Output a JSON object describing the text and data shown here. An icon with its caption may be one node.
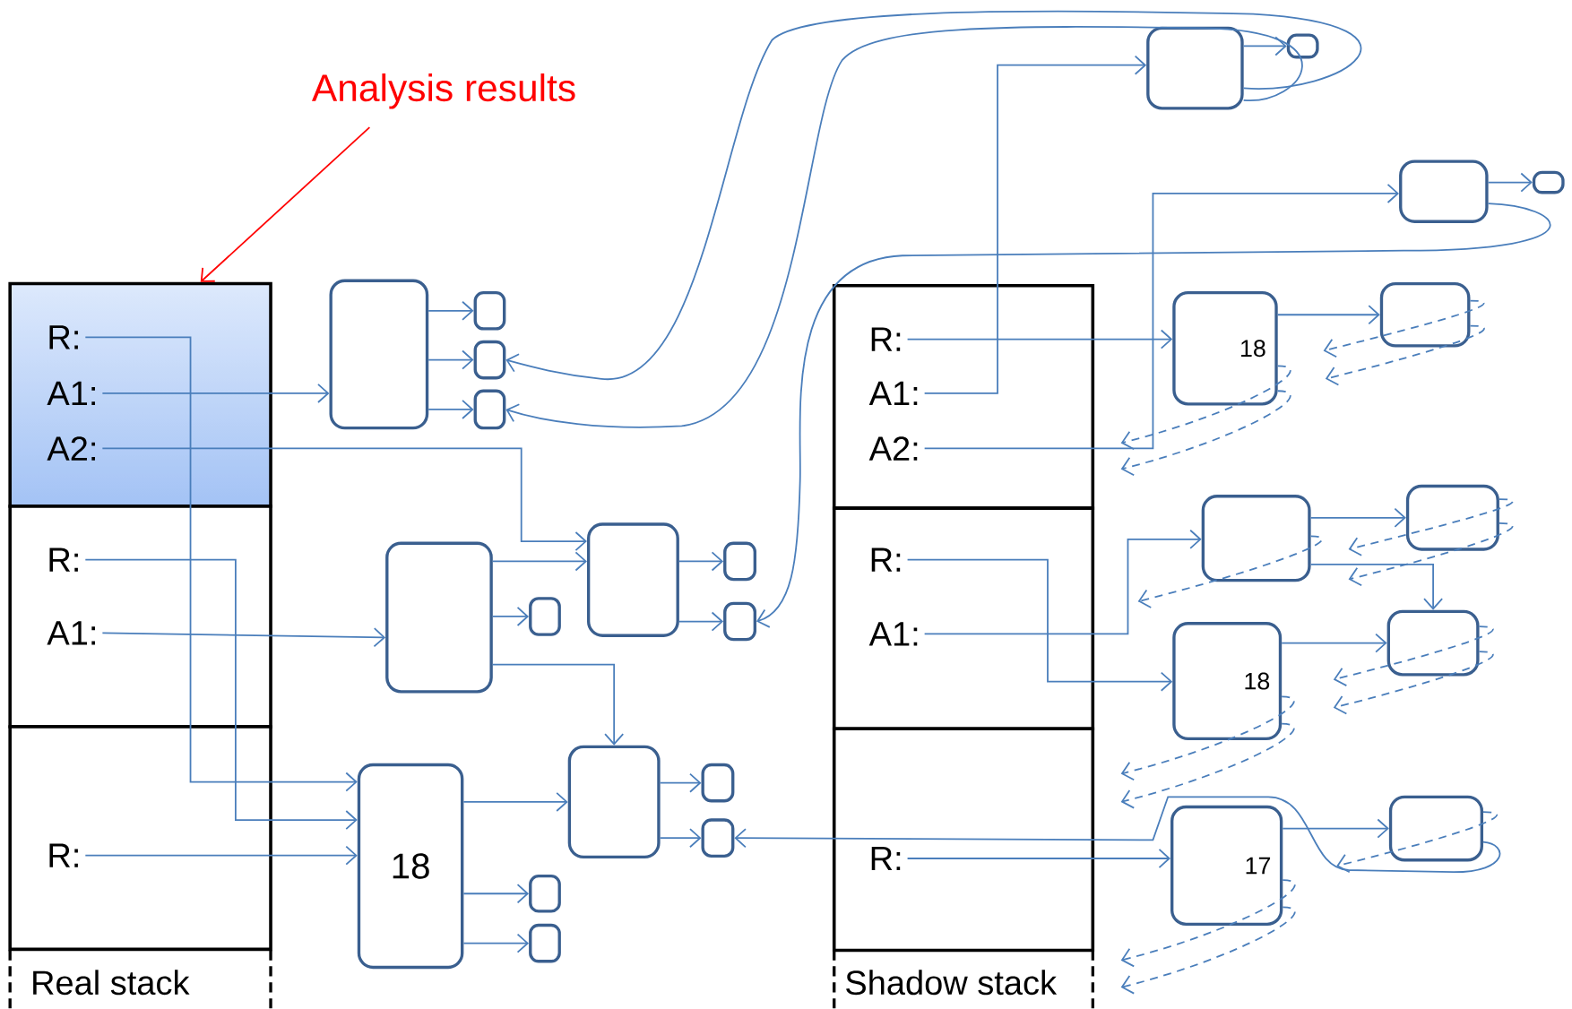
{
  "diagram": {
    "nodes": [
      {
        "text": [
          "Analysis results"
        ]
      },
      {
        "text": [],
        "shape": "box"
      },
      {
        "text": [
          "R:"
        ],
        "in": 1
      },
      {
        "text": [
          "A1:"
        ],
        "in": 1
      },
      {
        "text": [
          "A2:"
        ],
        "in": 1
      },
      {
        "text": [],
        "shape": "box"
      },
      {
        "text": [
          "R:"
        ],
        "in": 5
      },
      {
        "text": [
          "A1:"
        ],
        "in": 5
      },
      {
        "text": [],
        "shape": "box"
      },
      {
        "text": [
          "R:"
        ],
        "in": 8
      },
      {
        "text": [],
        "shape": "box"
      },
      {
        "text": [
          "R:"
        ],
        "in": 10
      },
      {
        "text": [
          "A1:"
        ],
        "in": 10
      },
      {
        "text": [
          "A2:"
        ],
        "in": 10
      },
      {
        "text": [],
        "shape": "box"
      },
      {
        "text": [
          "R:"
        ],
        "in": 14
      },
      {
        "text": [
          "A1:"
        ],
        "in": 14
      },
      {
        "text": [],
        "shape": "box"
      },
      {
        "text": [
          "R:"
        ],
        "in": 17
      },
      {
        "text": [],
        "shape": "box"
      },
      {
        "text": [],
        "shape": "box"
      },
      {
        "text": [],
        "shape": "box"
      },
      {
        "text": [],
        "shape": "box"
      },
      {
        "text": [],
        "shape": "box"
      },
      {
        "text": [],
        "shape": "box"
      },
      {
        "text": [],
        "shape": "box"
      },
      {
        "text": [],
        "shape": "box"
      },
      {
        "text": [],
        "shape": "box"
      },
      {
        "text": [
          "18"
        ]
      },
      {
        "text": [],
        "shape": "box"
      },
      {
        "text": [],
        "shape": "box"
      },
      {
        "text": [],
        "shape": "box"
      },
      {
        "text": [],
        "shape": "box"
      },
      {
        "text": [],
        "shape": "box"
      },
      {
        "text": [],
        "shape": "box"
      },
      {
        "text": [],
        "shape": "box"
      },
      {
        "text": [],
        "shape": "box"
      },
      {
        "text": [],
        "shape": "box"
      },
      {
        "text": [
          "18"
        ]
      },
      {
        "text": [],
        "shape": "box"
      },
      {
        "text": [],
        "shape": "box"
      },
      {
        "text": [],
        "shape": "box"
      },
      {
        "text": [
          "18"
        ]
      },
      {
        "text": [],
        "shape": "box"
      },
      {
        "text": [
          "17"
        ]
      },
      {
        "text": [],
        "shape": "box"
      }
    ],
    "edges": [
      {
        "from": 0,
        "to": 1,
        "arrow": "to",
        "color": "#ff0000"
      },
      {
        "from": 2,
        "to": 28,
        "arrow": "to"
      },
      {
        "from": 3,
        "to": 19,
        "arrow": "to"
      },
      {
        "from": 4,
        "to": 25,
        "arrow": "to"
      },
      {
        "from": 6,
        "to": 28,
        "arrow": "to"
      },
      {
        "from": 7,
        "to": 23,
        "arrow": "to"
      },
      {
        "from": 9,
        "to": 28,
        "arrow": "to"
      },
      {
        "from": 19,
        "to": 20,
        "arrow": "to"
      },
      {
        "from": 19,
        "to": 21,
        "arrow": "to"
      },
      {
        "from": 19,
        "to": 22,
        "arrow": "to"
      },
      {
        "from": 23,
        "to": 25,
        "arrow": "to"
      },
      {
        "from": 23,
        "to": 24,
        "arrow": "to"
      },
      {
        "from": 23,
        "to": 31,
        "arrow": "to"
      },
      {
        "from": 25,
        "to": 26,
        "arrow": "to"
      },
      {
        "from": 25,
        "to": 27,
        "arrow": "to"
      },
      {
        "from": 28,
        "to": 31,
        "arrow": "to"
      },
      {
        "from": 28,
        "to": 29,
        "arrow": "to"
      },
      {
        "from": 28,
        "to": 30,
        "arrow": "to"
      },
      {
        "from": 31,
        "to": 32,
        "arrow": "to"
      },
      {
        "from": 31,
        "to": 33,
        "arrow": "to"
      },
      {
        "from": 34,
        "to": 21,
        "arrow": "to"
      },
      {
        "from": 34,
        "to": 22,
        "arrow": "to"
      },
      {
        "from": 36,
        "to": 27,
        "arrow": "to"
      },
      {
        "from": 12,
        "to": 34,
        "arrow": "to"
      },
      {
        "from": 11,
        "to": 38,
        "arrow": "to"
      },
      {
        "from": 13,
        "to": 36,
        "arrow": "to"
      },
      {
        "from": 15,
        "to": 42,
        "arrow": "to"
      },
      {
        "from": 16,
        "to": 40,
        "arrow": "to"
      },
      {
        "from": 18,
        "to": 44,
        "arrow": "to"
      },
      {
        "from": 34,
        "to": 35,
        "arrow": "to"
      },
      {
        "from": 36,
        "to": 37,
        "arrow": "to"
      },
      {
        "from": 38,
        "to": 39,
        "arrow": "to"
      },
      {
        "from": 40,
        "to": 41,
        "arrow": "to"
      },
      {
        "from": 40,
        "to": 43,
        "arrow": "to"
      },
      {
        "from": 42,
        "to": 43,
        "arrow": "to"
      },
      {
        "from": 44,
        "to": 45,
        "arrow": "to"
      },
      {
        "from": 45,
        "to": 33,
        "arrow": "to"
      },
      {
        "from": 38,
        "to": null,
        "arrow": "to",
        "style": "dashed"
      },
      {
        "from": 38,
        "to": null,
        "arrow": "to",
        "style": "dashed"
      },
      {
        "from": 39,
        "to": null,
        "arrow": "to",
        "style": "dashed"
      },
      {
        "from": 39,
        "to": null,
        "arrow": "to",
        "style": "dashed"
      },
      {
        "from": 40,
        "to": null,
        "arrow": "to",
        "style": "dashed"
      },
      {
        "from": 41,
        "to": null,
        "arrow": "to",
        "style": "dashed"
      },
      {
        "from": 41,
        "to": null,
        "arrow": "to",
        "style": "dashed"
      },
      {
        "from": 42,
        "to": null,
        "arrow": "to",
        "style": "dashed"
      },
      {
        "from": 42,
        "to": null,
        "arrow": "to",
        "style": "dashed"
      },
      {
        "from": 43,
        "to": null,
        "arrow": "to",
        "style": "dashed"
      },
      {
        "from": 43,
        "to": null,
        "arrow": "to",
        "style": "dashed"
      },
      {
        "from": 44,
        "to": null,
        "arrow": "to",
        "style": "dashed"
      },
      {
        "from": 44,
        "to": null,
        "arrow": "to",
        "style": "dashed"
      },
      {
        "from": 45,
        "to": null,
        "arrow": "to",
        "style": "dashed"
      }
    ],
    "labels": [
      "Real stack",
      "Shadow stack"
    ]
  }
}
